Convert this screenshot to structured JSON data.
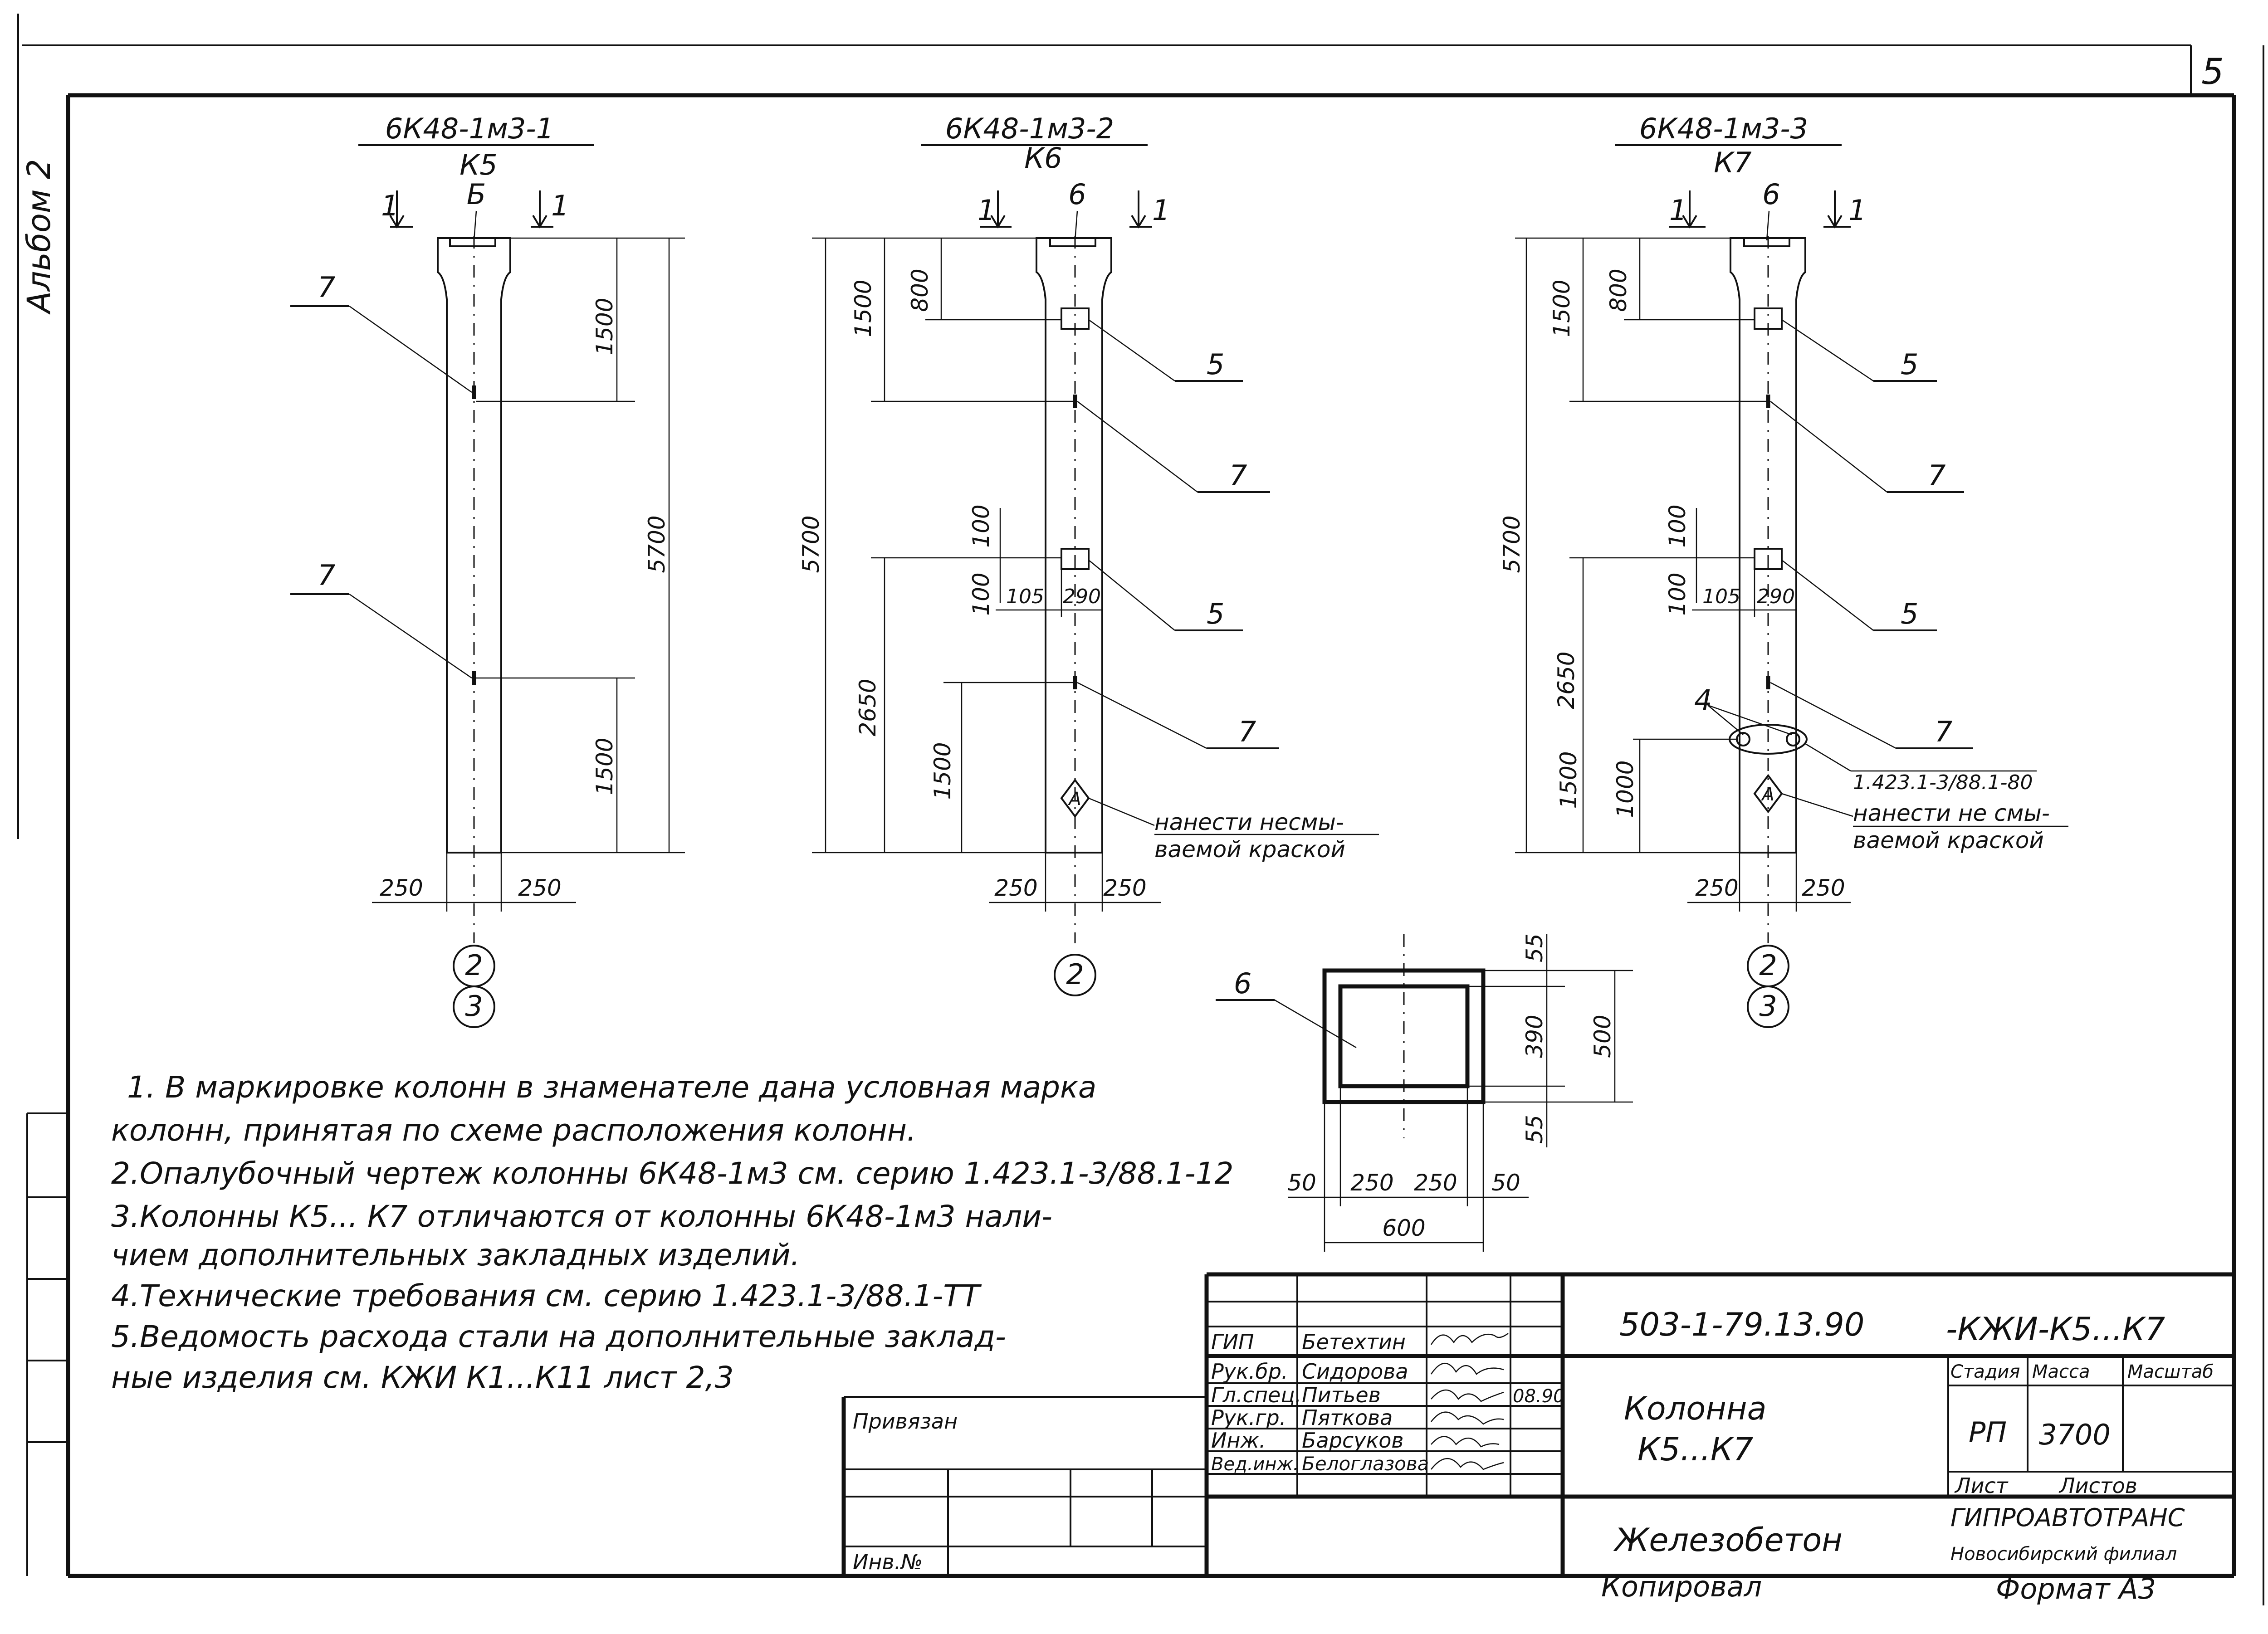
{
  "sheet": {
    "number": "5",
    "side_label": "Альбом 2"
  },
  "columns": {
    "k5": {
      "mark": "6К48-1м3-1",
      "short": "К5",
      "section_left": "1",
      "section_right": "1",
      "top_item": "Б",
      "callout_upper": "7",
      "callout_lower": "7",
      "dim_top": "1500",
      "dim_total": "5700",
      "dim_bottom": "1500",
      "dim_left": "250",
      "dim_right": "250",
      "axis_1": "2",
      "axis_2": "3"
    },
    "k6": {
      "mark": "6К48-1м3-2",
      "short": "К6",
      "section_left": "1",
      "section_right": "1",
      "top_item": "6",
      "callout_5a": "5",
      "callout_7a": "7",
      "callout_5b": "5",
      "callout_7b": "7",
      "dim_800": "800",
      "dim_1500": "1500",
      "dim_5700": "5700",
      "dim_100a": "100",
      "dim_100b": "100",
      "dim_105": "105",
      "dim_290": "290",
      "dim_2650": "2650",
      "dim_1500b": "1500",
      "mark_a": "А",
      "note_line1": "нанести несмы-",
      "note_line2": "ваемой краской",
      "dim_left": "250",
      "dim_right": "250",
      "axis_1": "2"
    },
    "k7": {
      "mark": "6К48-1м3-3",
      "short": "К7",
      "section_left": "1",
      "section_right": "1",
      "top_item": "6",
      "callout_5a": "5",
      "callout_7a": "7",
      "callout_5b": "5",
      "callout_4": "4",
      "callout_7b": "7",
      "ref_series": "1.423.1-3/88.1-80",
      "dim_800": "800",
      "dim_1500": "1500",
      "dim_5700": "5700",
      "dim_100a": "100",
      "dim_100b": "100",
      "dim_105": "105",
      "dim_290": "290",
      "dim_2650": "2650",
      "dim_1500b": "1500",
      "dim_1000": "1000",
      "mark_a": "А",
      "note_line1": "нанести не смы-",
      "note_line2": "ваемой краской",
      "dim_left": "250",
      "dim_right": "250",
      "axis_1": "2",
      "axis_2": "3"
    }
  },
  "section": {
    "item": "6",
    "dim_55_top": "55",
    "dim_390": "390",
    "dim_500": "500",
    "dim_55_bottom": "55",
    "dim_50_left": "50",
    "dim_250_a": "250",
    "dim_250_b": "250",
    "dim_50_right": "50",
    "dim_600": "600"
  },
  "notes": [
    "1. В маркировке колонн в знаменателе дана условная марка",
    "колонн, принятая по схеме расположения колонн.",
    "2.Опалубочный чертеж колонны 6К48-1м3 см. серию 1.423.1-3/88.1-12",
    "3.Колонны К5... К7 отличаются от колонны 6К48-1м3 нали-",
    "чием дополнительных закладных изделий.",
    "4.Технические требования см. серию 1.423.1-3/88.1-ТТ",
    "5.Ведомость расхода стали на дополнительные заклад-",
    "ные изделия см. КЖИ К1...К11 лист 2,3"
  ],
  "title_block": {
    "project_code": "503-1-79.13.90",
    "doc_code": "-КЖИ-К5...К7",
    "roles": [
      {
        "role": "ГИП",
        "name": "Бетехтин"
      },
      {
        "role": "Рук.бр.",
        "name": "Сидорова"
      },
      {
        "role": "Гл.спец.",
        "name": "Питьев"
      },
      {
        "role": "Рук.гр.",
        "name": "Пяткова"
      },
      {
        "role": "Инж.",
        "name": "Барсуков"
      },
      {
        "role": "Вед.инж.",
        "name": "Белоглазова"
      }
    ],
    "date": "08.90",
    "privyazan": "Привязан",
    "inv_no": "Инв.№",
    "name_line1": "Колонна",
    "name_line2": "К5...К7",
    "material": "Железобетон",
    "copied": "Копировал",
    "stage_label": "Стадия",
    "mass_label": "Масса",
    "scale_label": "Масштаб",
    "stage_value": "РП",
    "mass_value": "3700",
    "sheet_label": "Лист",
    "sheets_label": "Листов",
    "org_name": "ГИПРОАВТОТРАНС",
    "org_branch": "Новосибирский филиал",
    "format": "Формат А3"
  }
}
